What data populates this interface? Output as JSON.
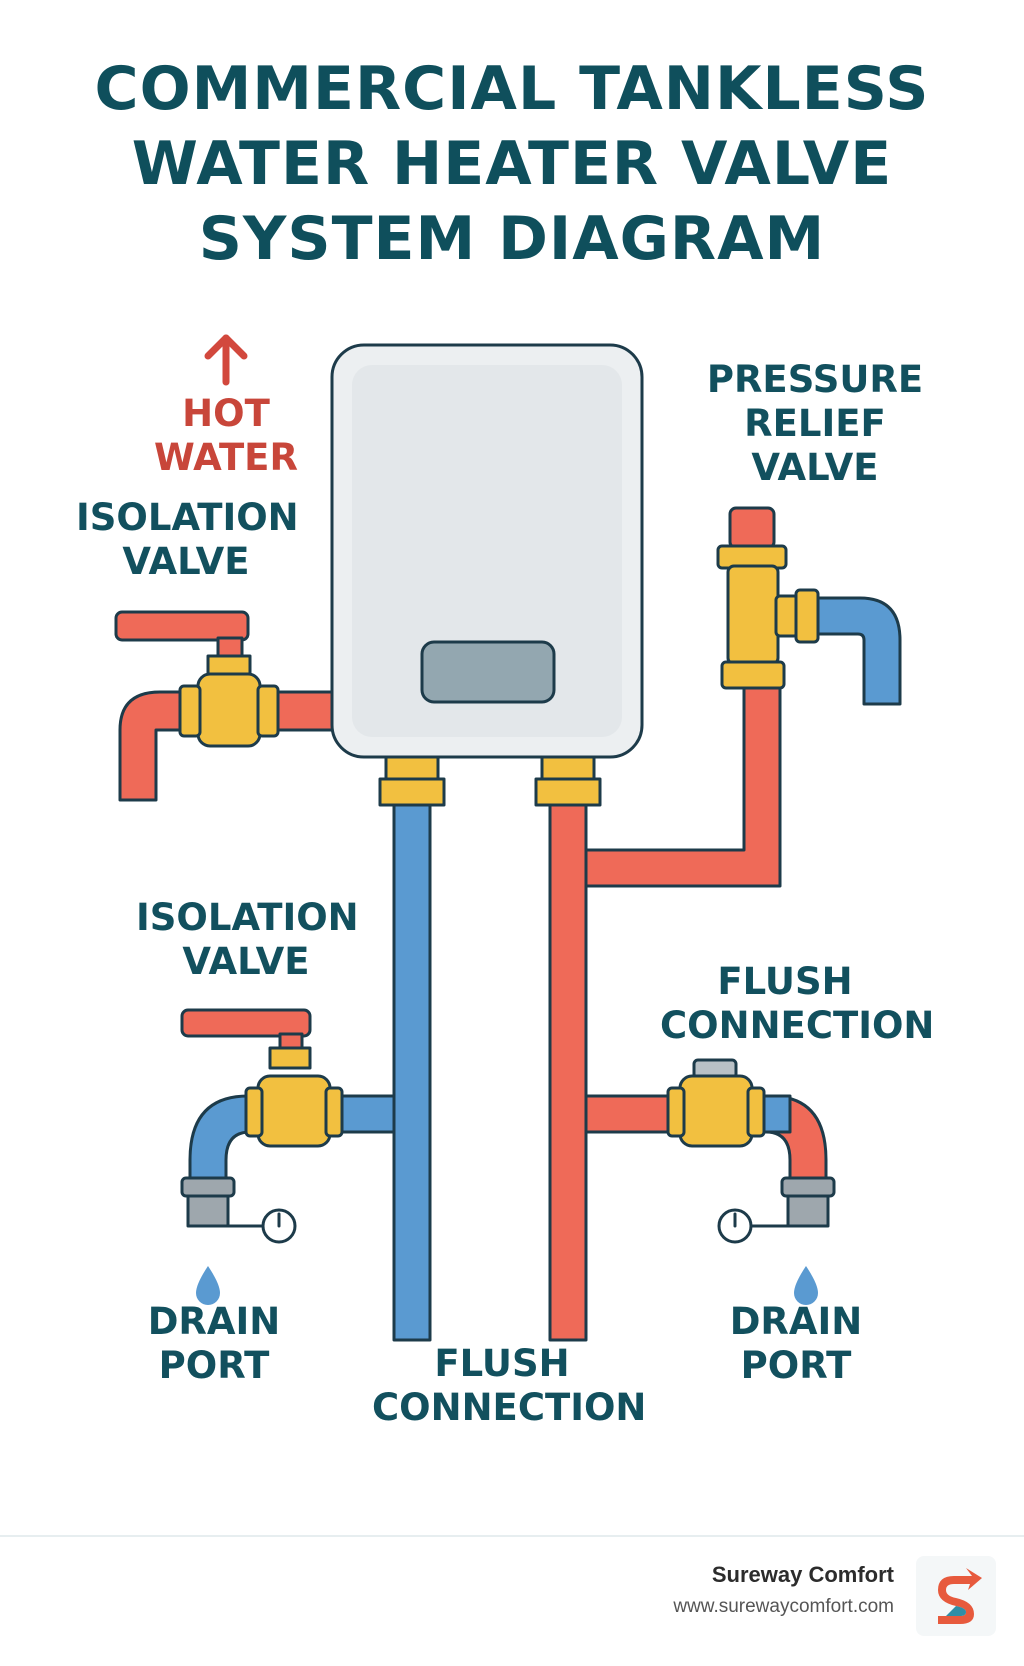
{
  "title": {
    "line1": "COMMERCIAL TANKLESS",
    "line2": "WATER HEATER VALVE",
    "line3": "SYSTEM DIAGRAM"
  },
  "labels": {
    "hot_water": [
      "HOT",
      "WATER"
    ],
    "isolation_valve_top": [
      "ISOLATION",
      "VALVE"
    ],
    "pressure_relief_valve": [
      "PRESSURE",
      "RELIEF",
      "VALVE"
    ],
    "isolation_valve_bottom": [
      "ISOLATION",
      "VALVE"
    ],
    "flush_connection_right": [
      "FLUSH",
      "CONNECTION"
    ],
    "drain_port_left": [
      "DRAIN",
      "PORT"
    ],
    "drain_port_right": [
      "DRAIN",
      "PORT"
    ],
    "flush_connection_bottom": [
      "FLUSH",
      "CONNECTION"
    ]
  },
  "footer": {
    "brand_name": "Sureway Comfort",
    "brand_url": "www.surewaycomfort.com"
  },
  "colors": {
    "title": "#0f4f5c",
    "hot_label": "#c8463a",
    "hot_pipe": "#ef6a58",
    "cold_pipe": "#5a9ad1",
    "brass": "#f2c040",
    "outline": "#1d3b4a",
    "heater_body": "#eceff1"
  },
  "icons": [
    "up-arrow-icon",
    "water-drop-icon",
    "gauge-icon",
    "brand-logo-icon"
  ]
}
